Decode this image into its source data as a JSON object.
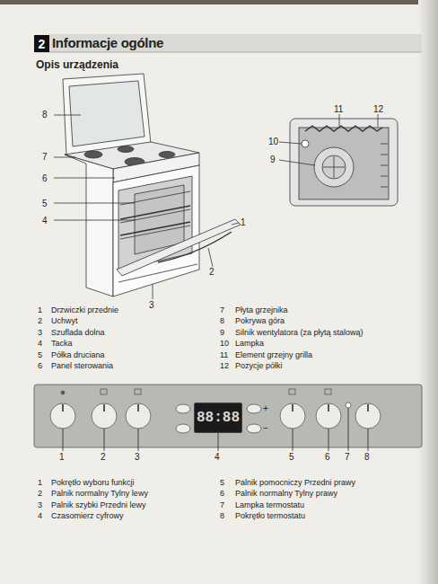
{
  "diagram": {
    "title": "Informacje ogólne",
    "nodes": [
      {
        "text": [
          "2"
        ]
      },
      {
        "text": [
          "88:88"
        ]
      }
    ],
    "labels": [
      "Opis urządzenia",
      "8",
      "7",
      "6",
      "5",
      "4",
      "1",
      "2",
      "3",
      "11",
      "12",
      "10",
      "9",
      "1",
      "Drzwiczki przednie",
      "2",
      "Uchwyt",
      "3",
      "Szuflada dolna",
      "4",
      "Tacka",
      "5",
      "Półka druciana",
      "6",
      "Panel sterowania",
      "7",
      "Płyta grzejnika",
      "8",
      "Pokrywa góra",
      "9",
      "Silnik wentylatora (za płytą stalową)",
      "10",
      "Lampka",
      "11",
      "Element grzejny grilla",
      "12",
      "Pozycje półki",
      "+",
      "−",
      "1",
      "2",
      "3",
      "4",
      "5",
      "6",
      "7",
      "8",
      "1",
      "Pokrętło wyboru funkcji",
      "2",
      "Palnik normalny Tylny lewy",
      "3",
      "Palnik szybki Przedni lewy",
      "4",
      "Czasomierz cyfrowy",
      "5",
      "Palnik pomocniczy Przedni prawy",
      "6",
      "Palnik normalny Tylny prawy",
      "7",
      "Lampka termostatu",
      "8",
      "Pokrętło termostatu"
    ]
  }
}
